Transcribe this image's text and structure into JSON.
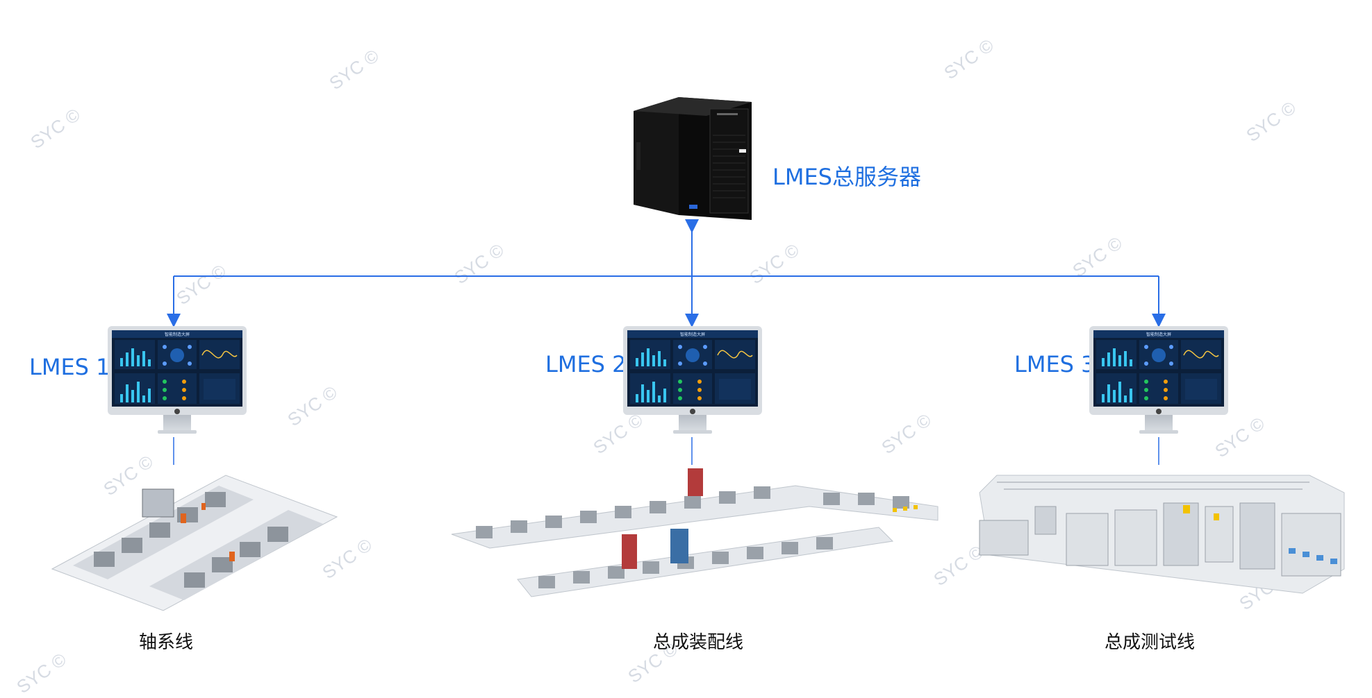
{
  "server": {
    "label": "LMES总服务器"
  },
  "stations": [
    {
      "label": "LMES 1",
      "line_name": "轴系线",
      "screen_title": "智能制造大屏"
    },
    {
      "label": "LMES 2",
      "line_name": "总成装配线",
      "screen_title": "智能制造大屏"
    },
    {
      "label": "LMES 3",
      "line_name": "总成测试线",
      "screen_title": "智能制造大屏"
    }
  ],
  "watermark": "SYC ©",
  "colors": {
    "accent": "#1f6fe0",
    "connector": "#2a6ee6"
  }
}
